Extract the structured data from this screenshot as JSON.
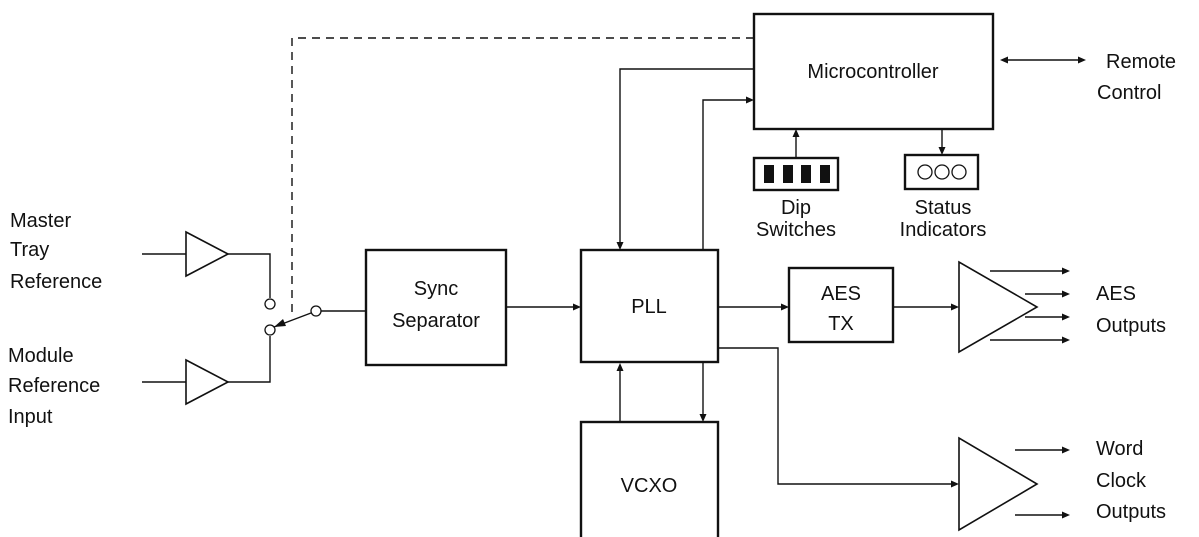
{
  "inputs": {
    "master": [
      "Master",
      "Tray",
      "Reference"
    ],
    "module": [
      "Module",
      "Reference",
      "Input"
    ]
  },
  "blocks": {
    "sync_separator": [
      "Sync",
      "Separator"
    ],
    "pll": "PLL",
    "vcxo": "VCXO",
    "aes_tx": [
      "AES",
      "TX"
    ],
    "microcontroller": "Microcontroller"
  },
  "peripherals": {
    "dip_switches": [
      "Dip",
      "Switches"
    ],
    "status_indicators": [
      "Status",
      "Indicators"
    ]
  },
  "outputs": {
    "remote_control": [
      "Remote",
      "Control"
    ],
    "aes_outputs": [
      "AES",
      "Outputs"
    ],
    "word_clock_outputs": [
      "Word",
      "Clock",
      "Outputs"
    ]
  }
}
